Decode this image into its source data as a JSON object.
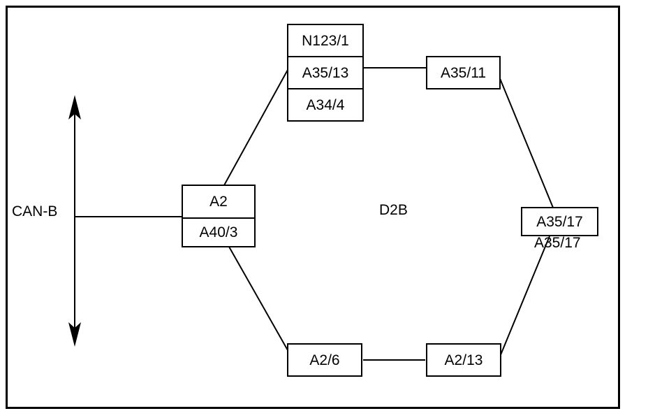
{
  "diagram": {
    "labels": {
      "bus": "CAN-B",
      "center": "D2B",
      "ring_duplicate": "A35/17"
    },
    "nodes": {
      "top_group": {
        "rows": [
          "N123/1",
          "A35/13",
          "A34/4"
        ]
      },
      "right_top": {
        "label": "A35/11"
      },
      "right": {
        "label": "A35/17"
      },
      "bottom_right": {
        "label": "A2/13"
      },
      "bottom_left": {
        "label": "A2/6"
      },
      "left_group": {
        "rows": [
          "A2",
          "A40/3"
        ]
      }
    },
    "colors": {
      "line": "#000000",
      "background": "#ffffff"
    }
  }
}
